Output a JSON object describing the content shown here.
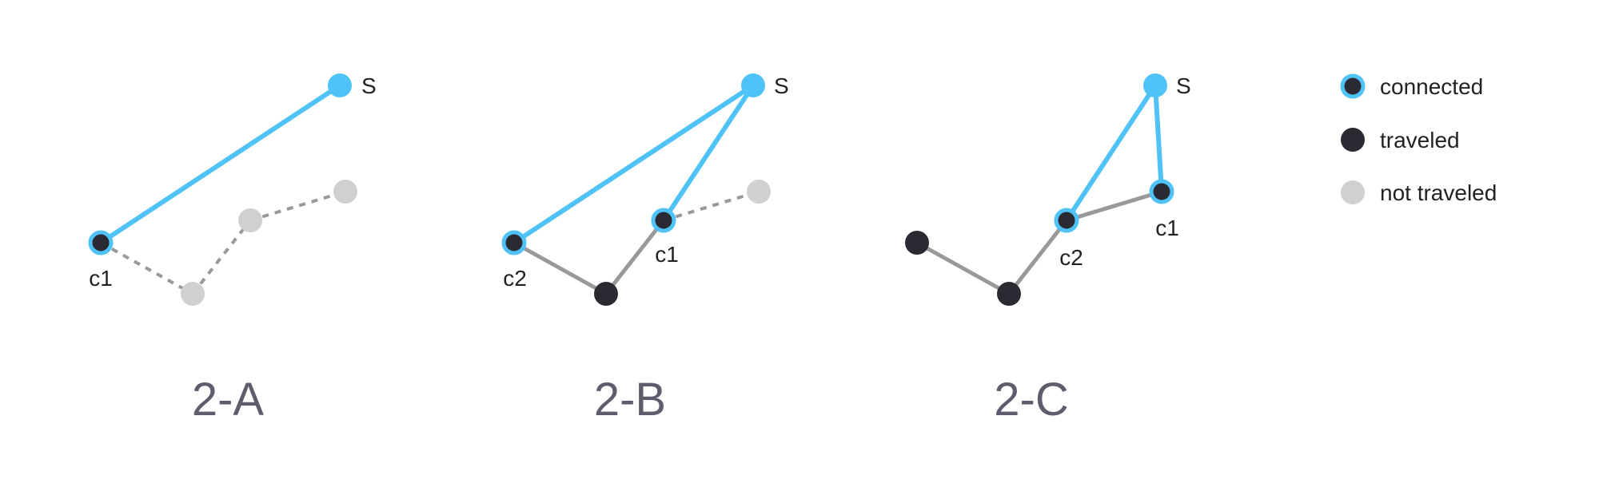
{
  "colors": {
    "connected": "#4fc3f7",
    "traveled": "#2a2a33",
    "not_traveled": "#d0d0d0",
    "traveled_edge": "#999999",
    "not_traveled_edge": "#999999",
    "title": "#5f5c6e"
  },
  "panels": [
    {
      "title": "2-A",
      "nodes": [
        {
          "id": "S",
          "label": "S",
          "state": "connected-source"
        },
        {
          "id": "c1",
          "label": "c1",
          "state": "connected"
        },
        {
          "id": "n2",
          "label": "",
          "state": "not-traveled"
        },
        {
          "id": "n3",
          "label": "",
          "state": "not-traveled"
        },
        {
          "id": "n4",
          "label": "",
          "state": "not-traveled"
        }
      ],
      "edges": [
        {
          "from": "S",
          "to": "c1",
          "kind": "connected"
        },
        {
          "from": "c1",
          "to": "n2",
          "kind": "not-traveled"
        },
        {
          "from": "n2",
          "to": "n3",
          "kind": "not-traveled"
        },
        {
          "from": "n3",
          "to": "n4",
          "kind": "not-traveled"
        }
      ]
    },
    {
      "title": "2-B",
      "nodes": [
        {
          "id": "S",
          "label": "S",
          "state": "connected-source"
        },
        {
          "id": "c2",
          "label": "c2",
          "state": "connected"
        },
        {
          "id": "n2",
          "label": "",
          "state": "traveled"
        },
        {
          "id": "c1",
          "label": "c1",
          "state": "connected"
        },
        {
          "id": "n4",
          "label": "",
          "state": "not-traveled"
        }
      ],
      "edges": [
        {
          "from": "S",
          "to": "c2",
          "kind": "connected"
        },
        {
          "from": "S",
          "to": "c1",
          "kind": "connected"
        },
        {
          "from": "c2",
          "to": "n2",
          "kind": "traveled"
        },
        {
          "from": "n2",
          "to": "c1",
          "kind": "traveled"
        },
        {
          "from": "c1",
          "to": "n4",
          "kind": "not-traveled"
        }
      ]
    },
    {
      "title": "2-C",
      "nodes": [
        {
          "id": "S",
          "label": "S",
          "state": "connected-source"
        },
        {
          "id": "n0",
          "label": "",
          "state": "traveled"
        },
        {
          "id": "n1",
          "label": "",
          "state": "traveled"
        },
        {
          "id": "c2",
          "label": "c2",
          "state": "connected"
        },
        {
          "id": "c1",
          "label": "c1",
          "state": "connected"
        }
      ],
      "edges": [
        {
          "from": "S",
          "to": "c2",
          "kind": "connected"
        },
        {
          "from": "S",
          "to": "c1",
          "kind": "connected"
        },
        {
          "from": "n0",
          "to": "n1",
          "kind": "traveled"
        },
        {
          "from": "n1",
          "to": "c2",
          "kind": "traveled"
        },
        {
          "from": "c2",
          "to": "c1",
          "kind": "traveled"
        }
      ]
    }
  ],
  "legend": [
    {
      "label": "connected",
      "state": "connected"
    },
    {
      "label": "traveled",
      "state": "traveled"
    },
    {
      "label": "not traveled",
      "state": "not-traveled"
    }
  ]
}
